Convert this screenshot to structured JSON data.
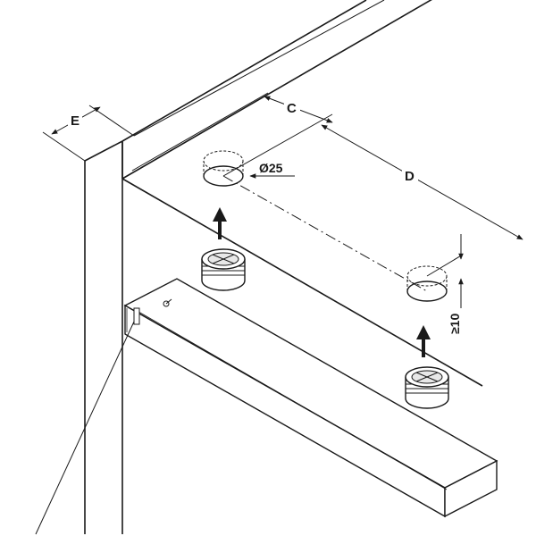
{
  "labels": {
    "e": "E",
    "c": "C",
    "d": "D",
    "diameter": "Ø25",
    "depth": "≥10"
  },
  "colors": {
    "line": "#1a1a1a",
    "fill": "#ffffff",
    "shade": "#e8e8e8"
  },
  "icons": {
    "arrow": "up-arrow"
  }
}
